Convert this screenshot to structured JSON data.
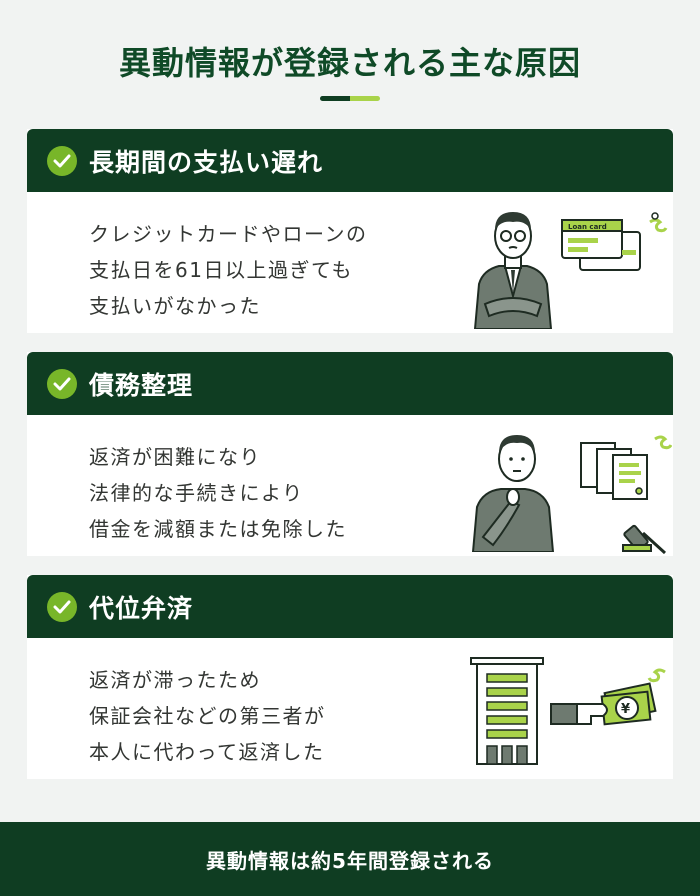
{
  "header": {
    "title": "異動情報が登録される主な原因"
  },
  "cards": [
    {
      "title": "長期間の支払い遅れ",
      "lines": [
        "クレジットカードやローンの",
        "支払日を61日以上過ぎても",
        "支払いがなかった"
      ],
      "card_label": "Loan card"
    },
    {
      "title": "債務整理",
      "lines": [
        "返済が困難になり",
        "法律的な手続きにより",
        "借金を減額または免除した"
      ]
    },
    {
      "title": "代位弁済",
      "lines": [
        "返済が滞ったため",
        "保証会社などの第三者が",
        "本人に代わって返済した"
      ]
    }
  ],
  "footer": {
    "text": "異動情報は約5年間登録される"
  },
  "colors": {
    "dark_green": "#0f3d22",
    "lime": "#a9d34a",
    "check_green": "#78b629",
    "suit_gray": "#6e7a70"
  }
}
